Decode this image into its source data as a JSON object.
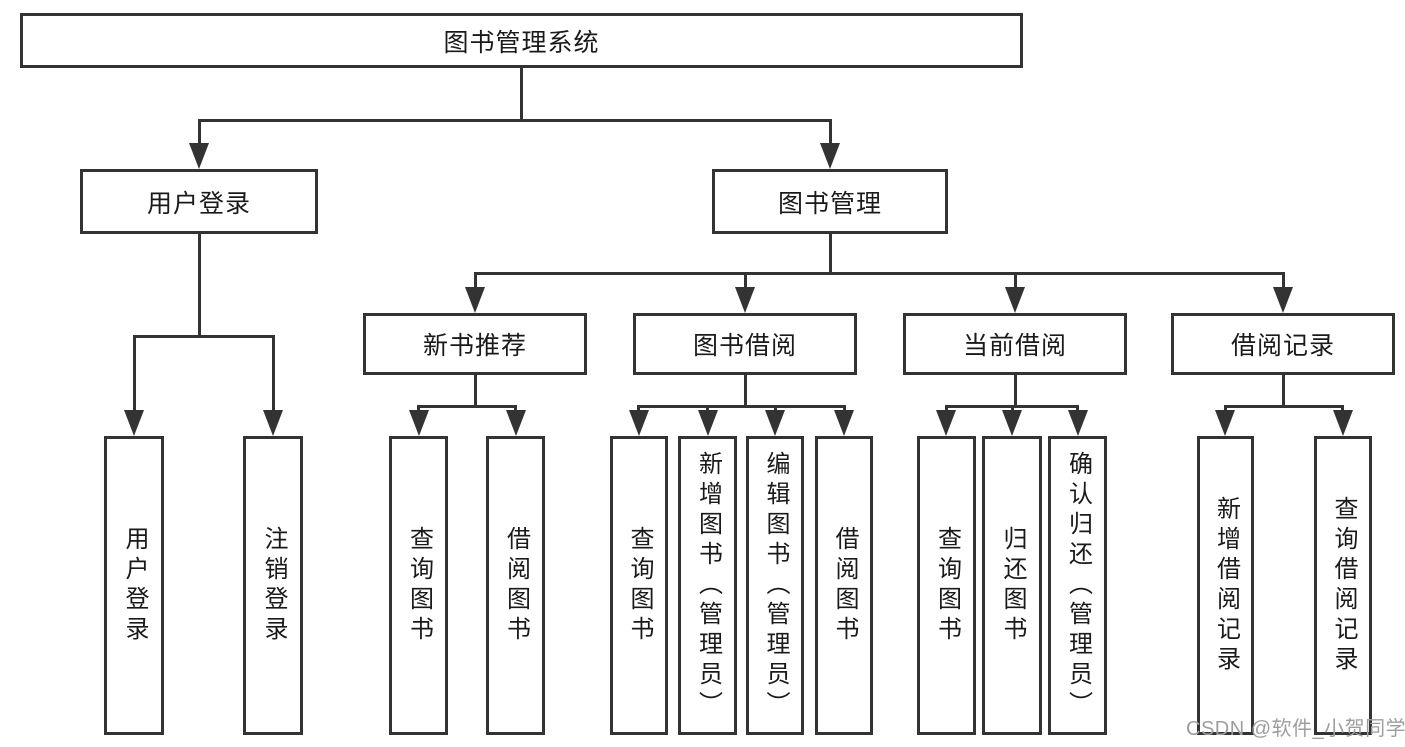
{
  "colors": {
    "line": "#333333",
    "text": "#1a1a1a",
    "box-bg": "#ffffff",
    "canvas-bg": "#ffffff",
    "watermark": "#9e9e9e"
  },
  "watermark": "CSDN @软件_小贺同学",
  "diagram": {
    "root": {
      "label": "图书管理系统",
      "children": [
        {
          "label": "用户登录",
          "children": [
            {
              "label": "用户登录"
            },
            {
              "label": "注销登录"
            }
          ]
        },
        {
          "label": "图书管理",
          "children": [
            {
              "label": "新书推荐",
              "children": [
                {
                  "label": "查询图书"
                },
                {
                  "label": "借阅图书"
                }
              ]
            },
            {
              "label": "图书借阅",
              "children": [
                {
                  "label": "查询图书"
                },
                {
                  "label": "新增图书（管理员）"
                },
                {
                  "label": "编辑图书（管理员）"
                },
                {
                  "label": "借阅图书"
                }
              ]
            },
            {
              "label": "当前借阅",
              "children": [
                {
                  "label": "查询图书"
                },
                {
                  "label": "归还图书"
                },
                {
                  "label": "确认归还（管理员）"
                }
              ]
            },
            {
              "label": "借阅记录",
              "children": [
                {
                  "label": "新增借阅记录"
                },
                {
                  "label": "查询借阅记录"
                }
              ]
            }
          ]
        }
      ]
    }
  }
}
